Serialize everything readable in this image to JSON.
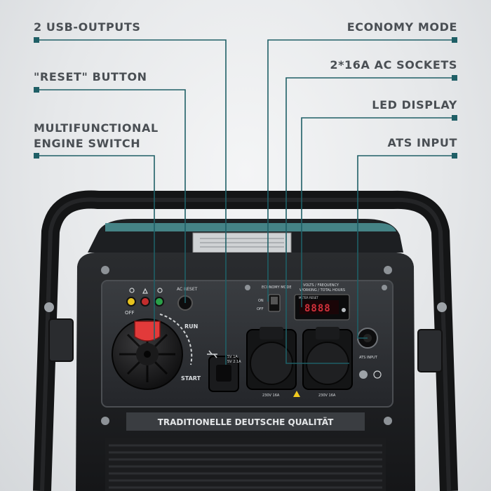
{
  "callouts": {
    "usb_outputs": "2 USB-OUTPUTS",
    "reset_button": "\"RESET\" BUTTON",
    "engine_switch_line1": "MULTIFUNCTIONAL",
    "engine_switch_line2": "ENGINE SWITCH",
    "economy_mode": "ECONOMY MODE",
    "ac_sockets": "2*16A AC SOCKETS",
    "led_display": "LED DISPLAY",
    "ats_input": "ATS INPUT"
  },
  "panel": {
    "slogan": "TRADITIONELLE DEUTSCHE QUALITÄT",
    "switch_off": "OFF",
    "switch_run": "RUN",
    "switch_start": "START",
    "ac_reset": "AC RESET",
    "economy_label": "ECONOMY MODE",
    "economy_on": "ON",
    "economy_off": "OFF",
    "display_header": "VOLTS / FREQUENCY",
    "display_header2": "WORKING / TOTAL HOURS",
    "display_reset": "METER RESET",
    "display_value": "8888",
    "usb_spec1": "5V 1A",
    "usb_spec2": "5V 2.1A",
    "socket1_rating": "230V 16A",
    "socket2_rating": "230V 16A",
    "ats_label": "ATS INPUT"
  },
  "colors": {
    "callout_line": "#1f5f66",
    "label_text": "#4a4f54",
    "panel": "#2b2d30",
    "frame": "#1a1b1d",
    "switch_knob": "#e23a3a",
    "led": "#d0303a"
  },
  "icons": [
    "usb-icon",
    "warning-icon",
    "ground-icon",
    "fuel-icon"
  ]
}
